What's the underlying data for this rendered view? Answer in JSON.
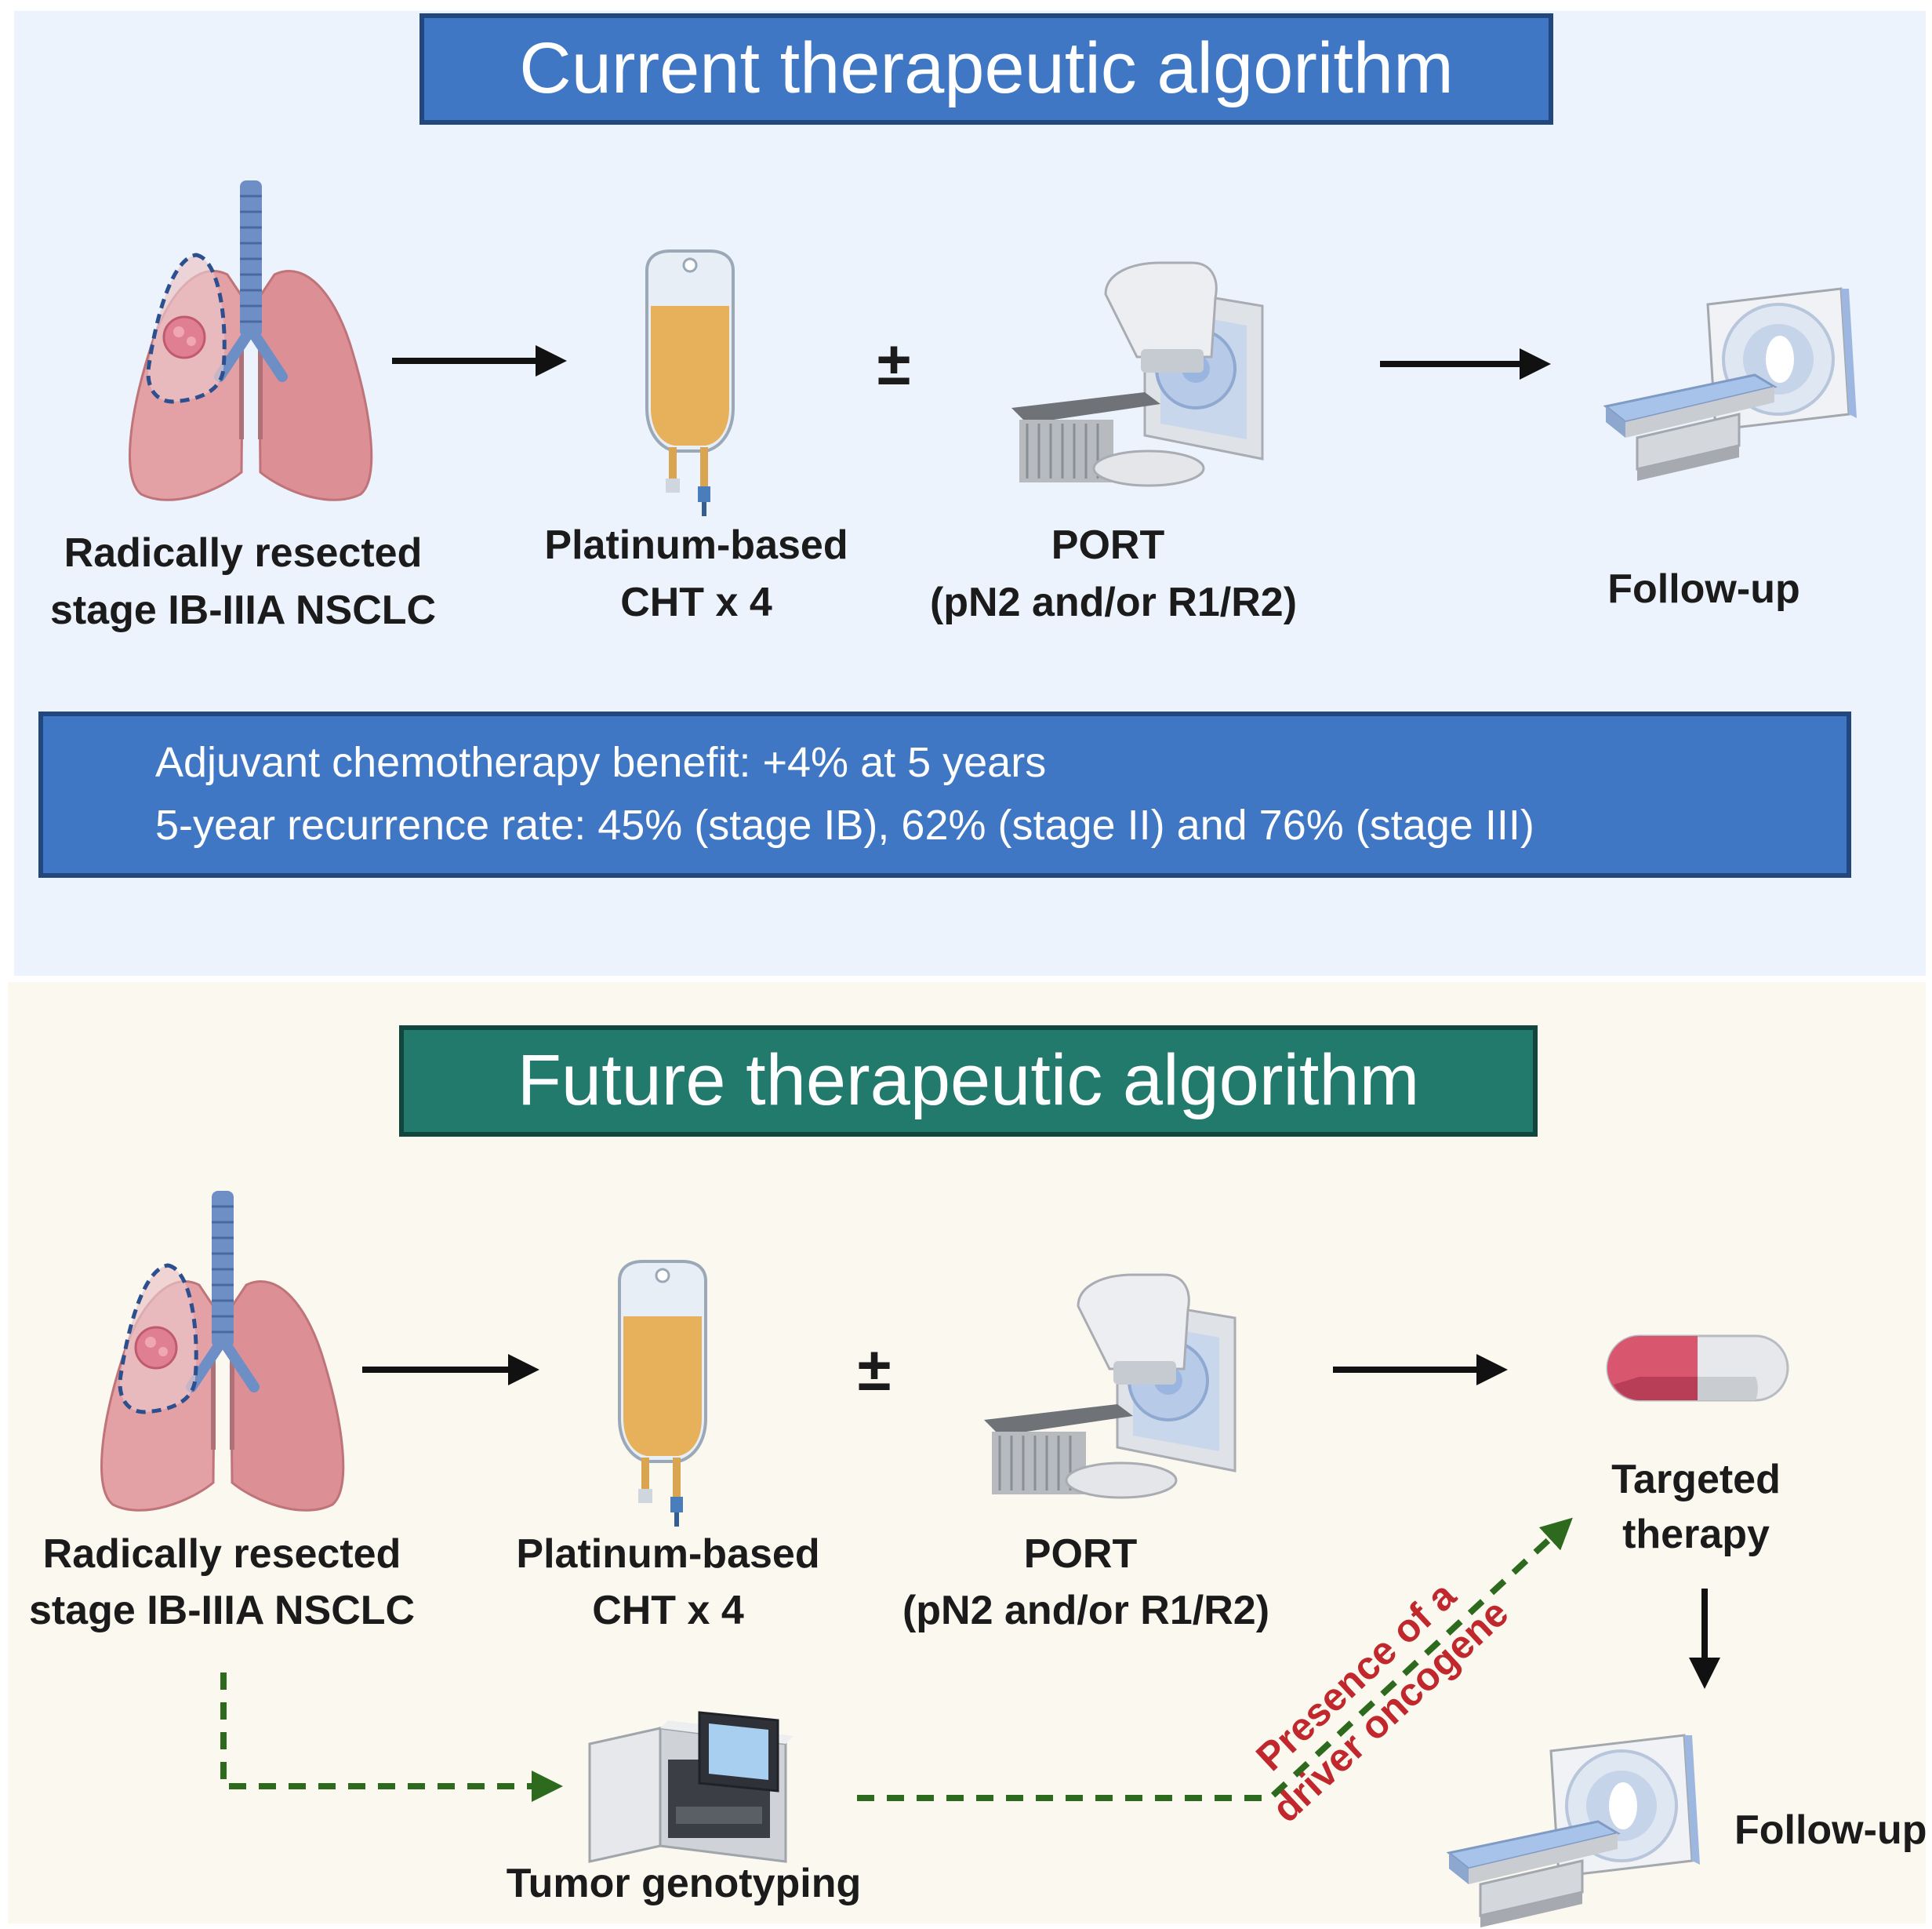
{
  "current": {
    "title": "Current therapeutic algorithm",
    "steps": {
      "resection": [
        "Radically resected",
        "stage IB-IIIA NSCLC"
      ],
      "chemo": [
        "Platinum-based",
        "CHT x 4"
      ],
      "plus_minus": "±",
      "port": [
        "PORT",
        "(pN2 and/or R1/R2)"
      ],
      "followup": "Follow-up"
    },
    "info": [
      "Adjuvant chemotherapy benefit: +4% at 5 years",
      "5-year recurrence rate: 45% (stage IB), 62% (stage II) and 76% (stage III)"
    ]
  },
  "future": {
    "title": "Future therapeutic algorithm",
    "steps": {
      "resection": [
        "Radically resected",
        "stage IB-IIIA NSCLC"
      ],
      "chemo": [
        "Platinum-based",
        "CHT x 4"
      ],
      "plus_minus": "±",
      "port": [
        "PORT",
        "(pN2 and/or R1/R2)"
      ],
      "targeted": [
        "Targeted",
        "therapy"
      ],
      "followup": "Follow-up",
      "genotyping": "Tumor genotyping",
      "oncogene": [
        "Presence of a",
        "driver oncogene"
      ]
    }
  },
  "colors": {
    "top_bg": "#edf3fc",
    "bottom_bg": "#fbf9ef",
    "blue_banner": "#3f77c4",
    "green_banner": "#217a6c",
    "dashed_arrow": "#2d6a1e",
    "oncogene_text": "#c0282d"
  },
  "icons": [
    "lung-icon",
    "iv-bag-icon",
    "linac-icon",
    "ct-scanner-icon",
    "pill-icon",
    "sequencer-icon"
  ]
}
